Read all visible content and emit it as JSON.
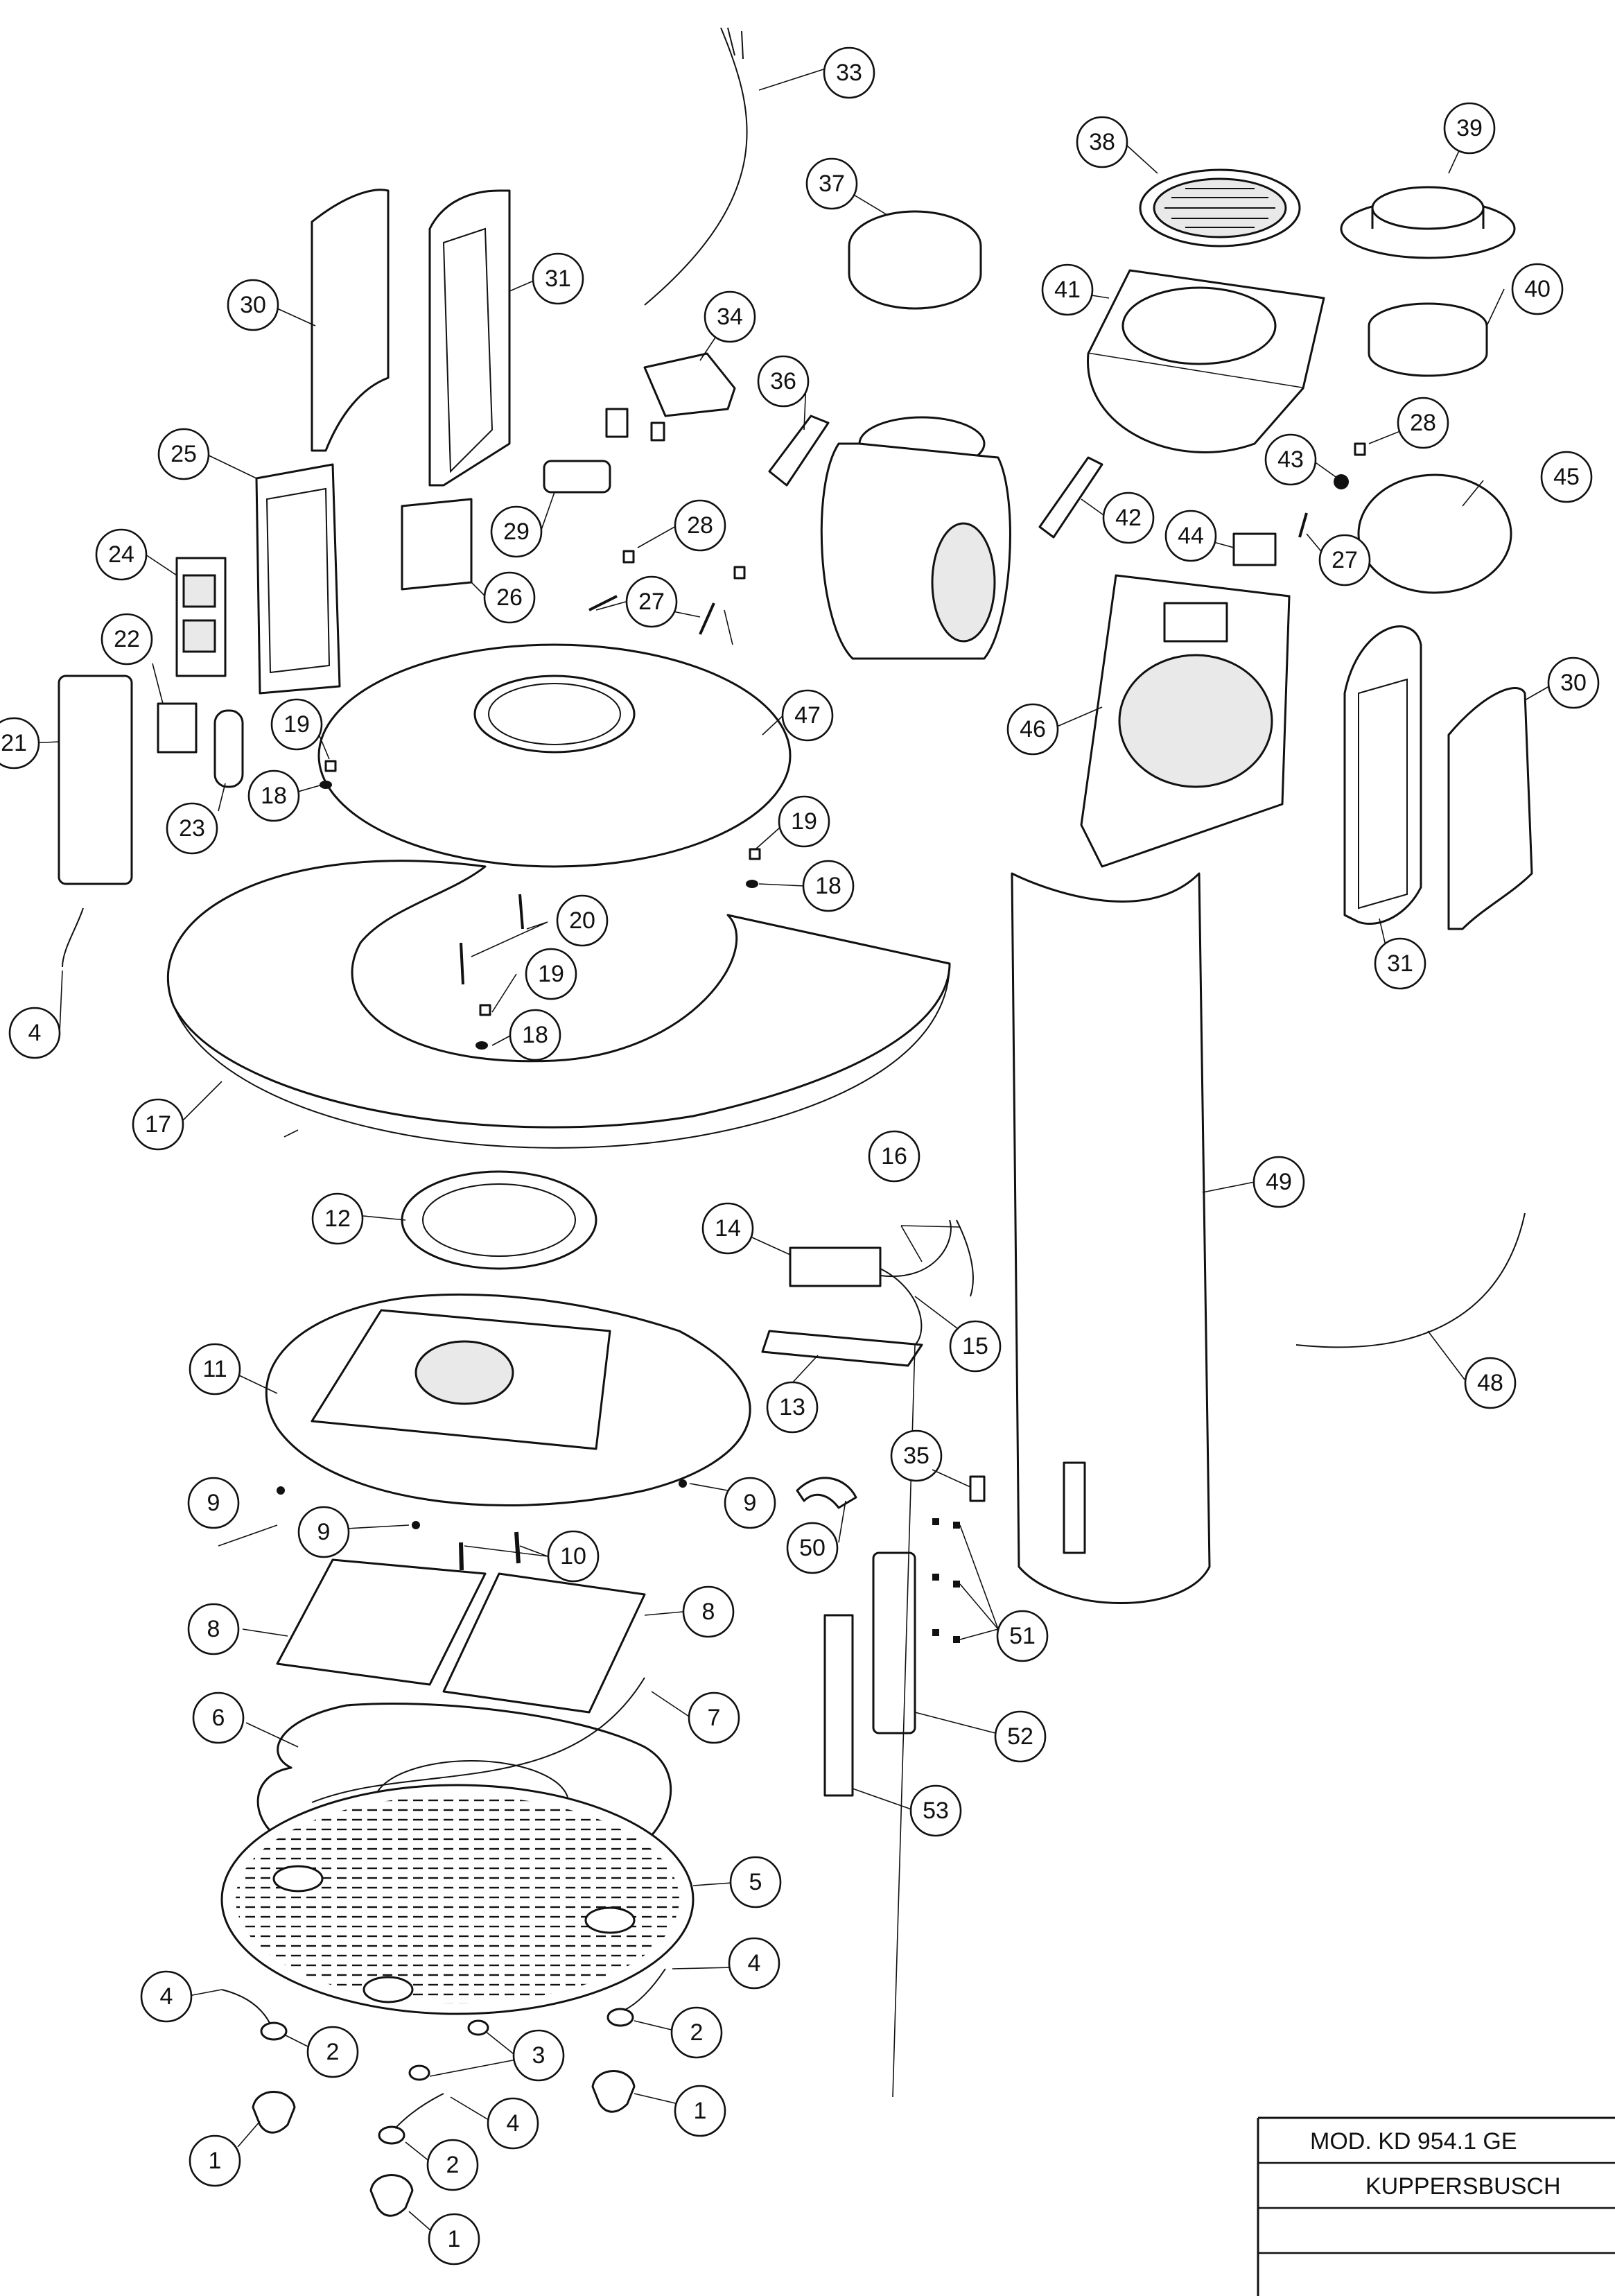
{
  "title_block": {
    "model": "MOD. KD 954.1 GE",
    "manufacturer": "KUPPERSBUSCH"
  },
  "callouts": [
    "1",
    "2",
    "3",
    "4",
    "5",
    "6",
    "7",
    "8",
    "9",
    "10",
    "11",
    "12",
    "13",
    "14",
    "15",
    "16",
    "17",
    "18",
    "19",
    "20",
    "21",
    "22",
    "23",
    "24",
    "25",
    "26",
    "27",
    "28",
    "29",
    "30",
    "31",
    "33",
    "34",
    "35",
    "36",
    "37",
    "38",
    "39",
    "40",
    "41",
    "42",
    "43",
    "44",
    "45",
    "46",
    "47",
    "48",
    "49",
    "50",
    "51",
    "52",
    "53"
  ]
}
